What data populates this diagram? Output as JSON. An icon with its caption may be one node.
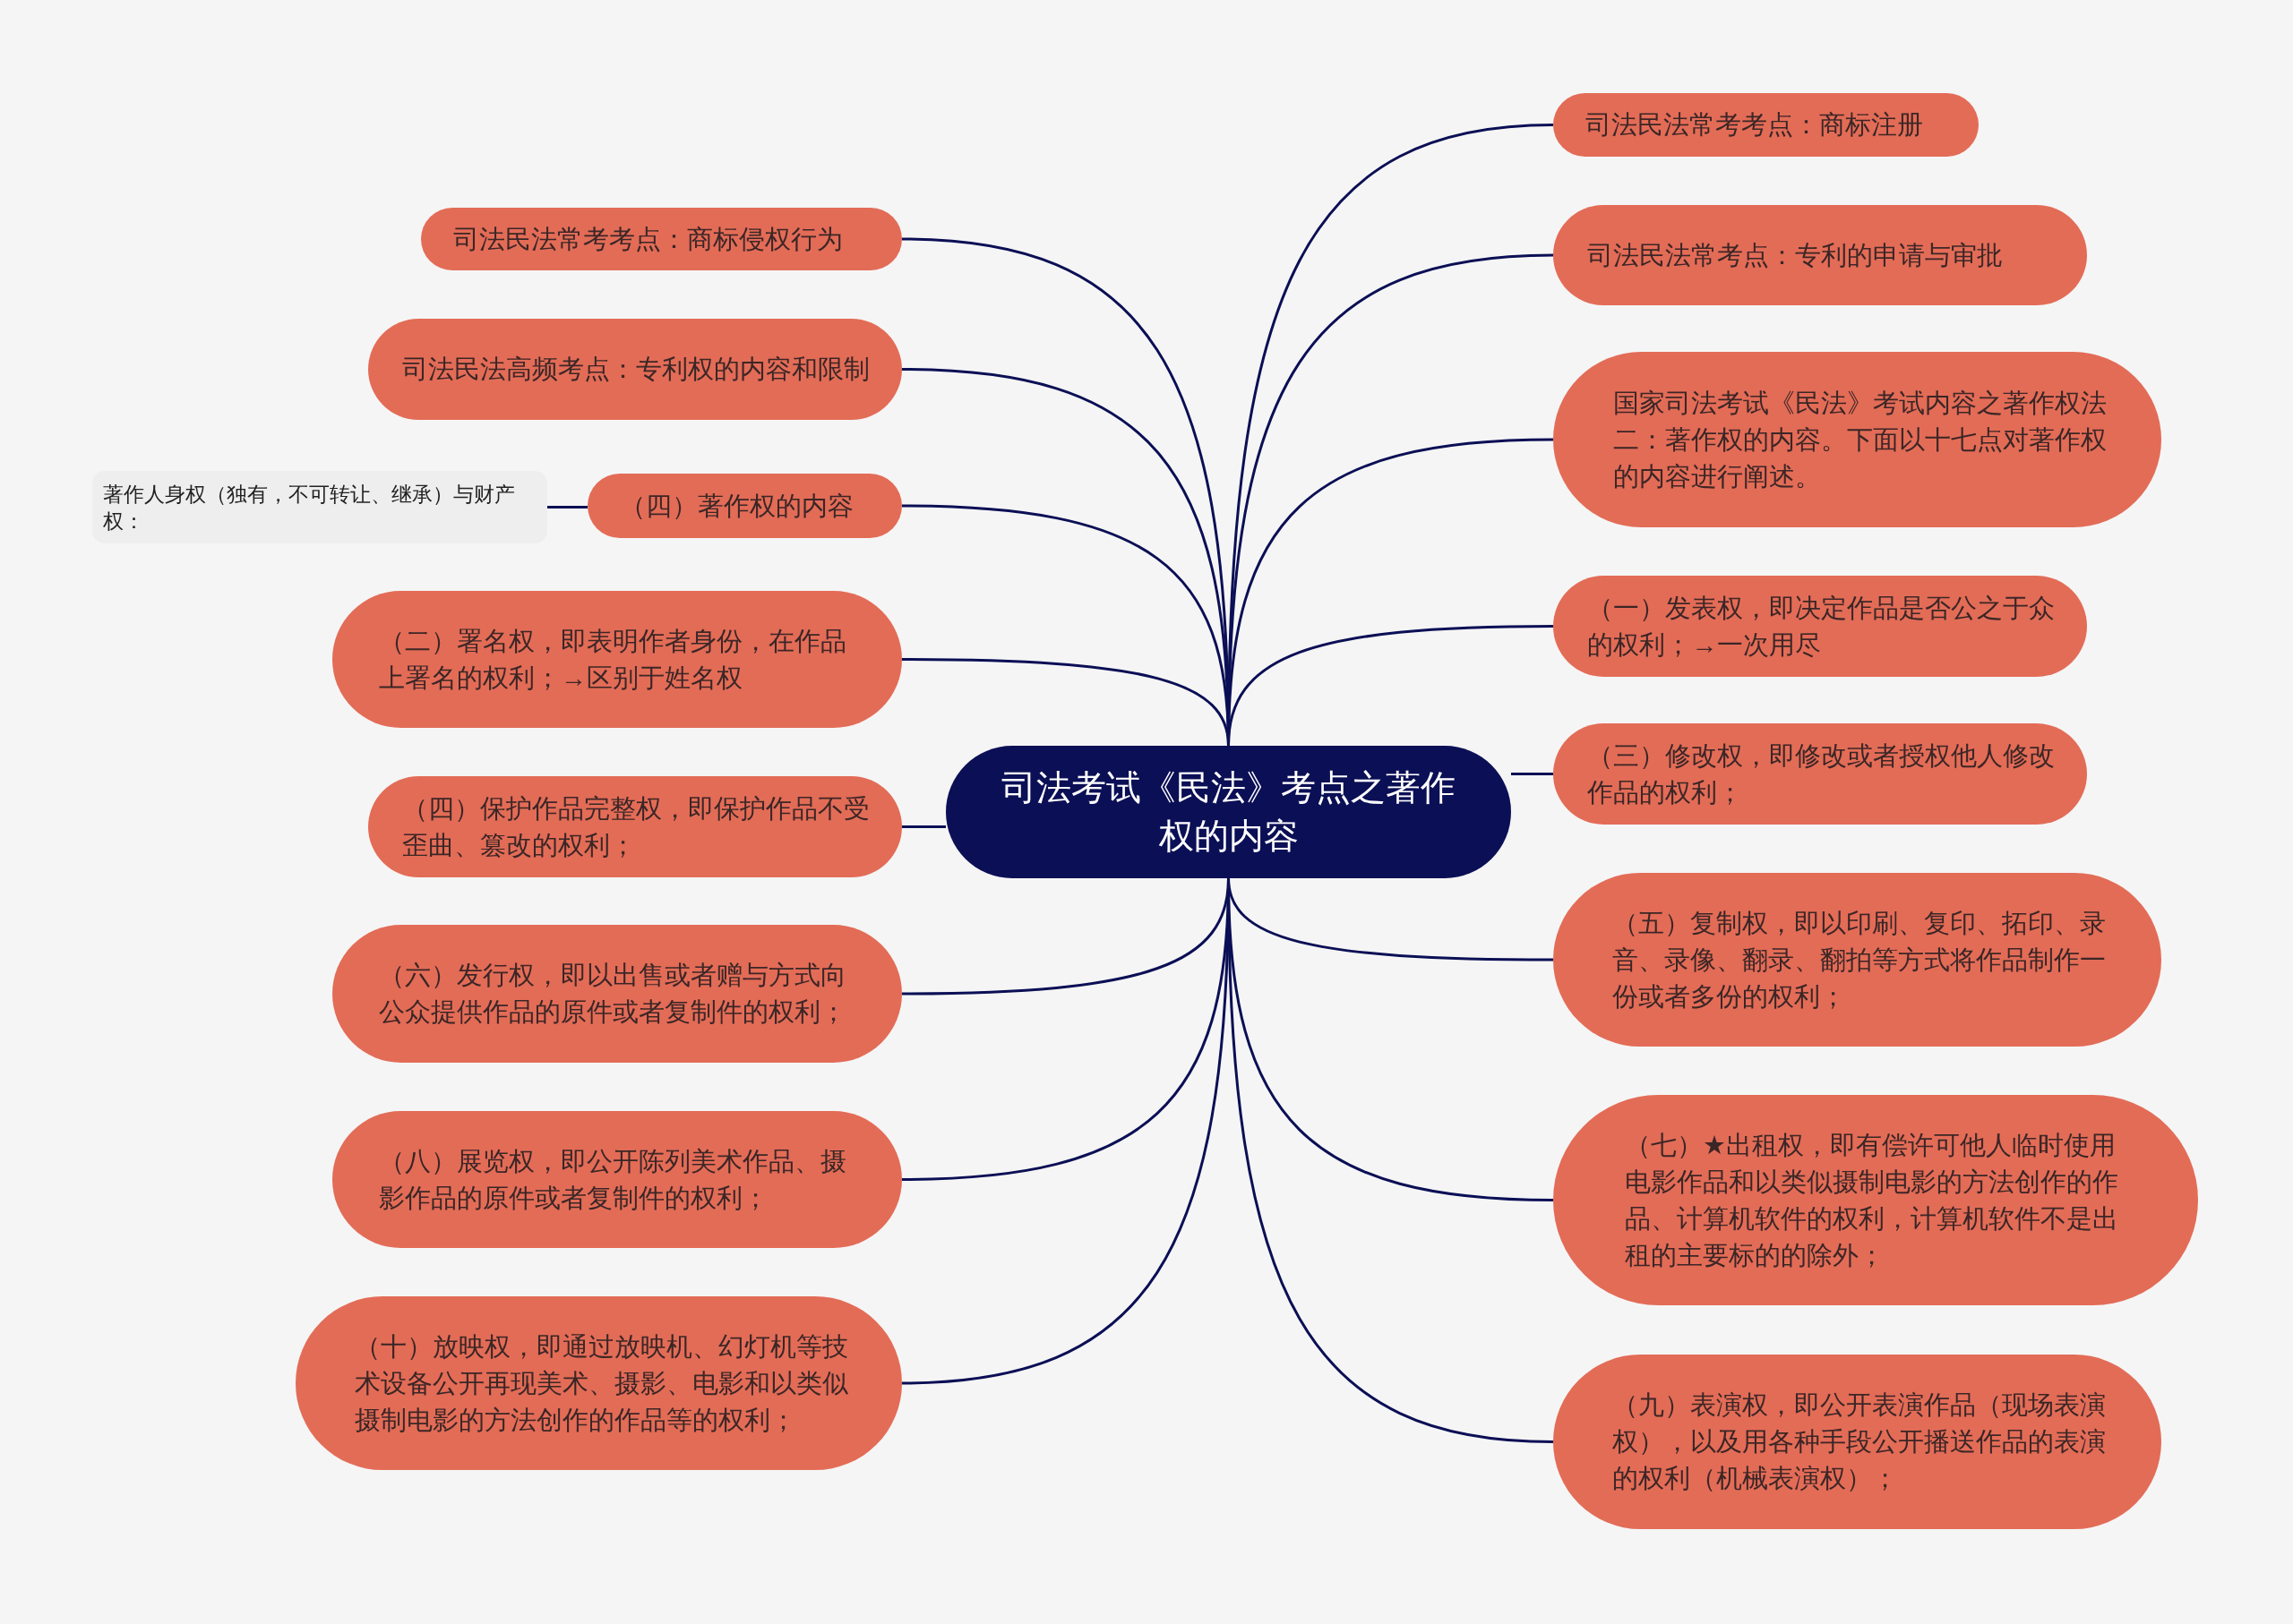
{
  "diagram": {
    "nodes": [
      {
        "text": [
          "司法考试《民法》考点之著作权的内容"
        ]
      },
      {
        "text": [
          "司法民法常考考点：商标侵权行为"
        ]
      },
      {
        "text": [
          "司法民法高频考点：专利权的内容和限制"
        ]
      },
      {
        "text": [
          "（四）著作权的内容"
        ]
      },
      {
        "text": [
          "著作人身权（独有，不可转让、继承）与财产权："
        ]
      },
      {
        "text": [
          "（二）署名权，即表明作者身份，在作品上署名的权利；→区别于姓名权"
        ]
      },
      {
        "text": [
          "（四）保护作品完整权，即保护作品不受歪曲、篡改的权利；"
        ]
      },
      {
        "text": [
          "（六）发行权，即以出售或者赠与方式向公众提供作品的原件或者复制件的权利；"
        ]
      },
      {
        "text": [
          "（八）展览权，即公开陈列美术作品、摄影作品的原件或者复制件的权利；"
        ]
      },
      {
        "text": [
          "（十）放映权，即通过放映机、幻灯机等技术设备公开再现美术、摄影、电影和以类似摄制电影的方法创作的作品等的权利；"
        ]
      },
      {
        "text": [
          "司法民法常考考点：商标注册"
        ]
      },
      {
        "text": [
          "司法民法常考点：专利的申请与审批"
        ]
      },
      {
        "text": [
          "国家司法考试《民法》考试内容之著作权法二：著作权的内容。下面以十七点对著作权的内容进行阐述。"
        ]
      },
      {
        "text": [
          "（一）发表权，即决定作品是否公之于众的权利；→一次用尽"
        ]
      },
      {
        "text": [
          "（三）修改权，即修改或者授权他人修改作品的权利；"
        ]
      },
      {
        "text": [
          "（五）复制权，即以印刷、复印、拓印、录音、录像、翻录、翻拍等方式将作品制作一份或者多份的权利；"
        ]
      },
      {
        "text": [
          "（七）★出租权，即有偿许可他人临时使用电影作品和以类似摄制电影的方法创作的作品、计算机软件的权利，计算机软件不是出租的主要标的的除外；"
        ]
      },
      {
        "text": [
          "（九）表演权，即公开表演作品（现场表演权），以及用各种手段公开播送作品的表演的权利（机械表演权）；"
        ]
      }
    ],
    "edges": [
      {
        "from": 0,
        "to": 1,
        "arrow": "none"
      },
      {
        "from": 0,
        "to": 2,
        "arrow": "none"
      },
      {
        "from": 0,
        "to": 3,
        "arrow": "none"
      },
      {
        "from": 3,
        "to": 4,
        "arrow": "none"
      },
      {
        "from": 0,
        "to": 5,
        "arrow": "none"
      },
      {
        "from": 0,
        "to": 6,
        "arrow": "none"
      },
      {
        "from": 0,
        "to": 7,
        "arrow": "none"
      },
      {
        "from": 0,
        "to": 8,
        "arrow": "none"
      },
      {
        "from": 0,
        "to": 9,
        "arrow": "none"
      },
      {
        "from": 0,
        "to": 10,
        "arrow": "none"
      },
      {
        "from": 0,
        "to": 11,
        "arrow": "none"
      },
      {
        "from": 0,
        "to": 12,
        "arrow": "none"
      },
      {
        "from": 0,
        "to": 13,
        "arrow": "none"
      },
      {
        "from": 0,
        "to": 14,
        "arrow": "none"
      },
      {
        "from": 0,
        "to": 15,
        "arrow": "none"
      },
      {
        "from": 0,
        "to": 16,
        "arrow": "none"
      },
      {
        "from": 0,
        "to": 17,
        "arrow": "none"
      }
    ]
  }
}
